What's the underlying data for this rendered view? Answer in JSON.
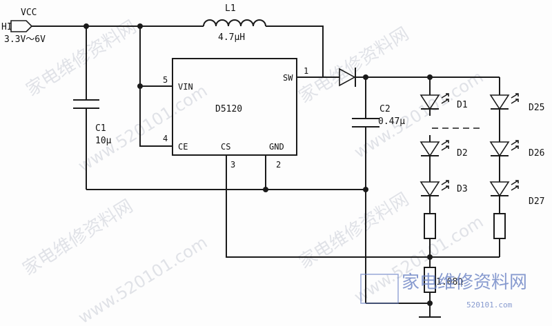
{
  "circuit": {
    "vcc": "VCC",
    "hi": "HI",
    "voltage_range": "3.3V～6V",
    "inductor_name": "L1",
    "inductor_value": "4.7μH",
    "ic_name": "D5120",
    "pins": {
      "vin": "VIN",
      "vin_num": "5",
      "ce": "CE",
      "ce_num": "4",
      "sw": "SW",
      "sw_num": "1",
      "cs": "CS",
      "cs_num": "3",
      "gnd": "GND",
      "gnd_num": "2"
    },
    "c1_name": "C1",
    "c1_value": "10μ",
    "c2_name": "C2",
    "c2_value": "0.47μ",
    "leds": {
      "d1": "D1",
      "d2": "D2",
      "d3": "D3",
      "d25": "D25",
      "d26": "D26",
      "d27": "D27"
    },
    "resistor_value": "1.08Ω"
  },
  "watermark": {
    "text_cn": "家电维修资料网",
    "text_url": "www.520101.com",
    "logo_text": "家电维修资料网",
    "logo_url": "520101.com"
  }
}
